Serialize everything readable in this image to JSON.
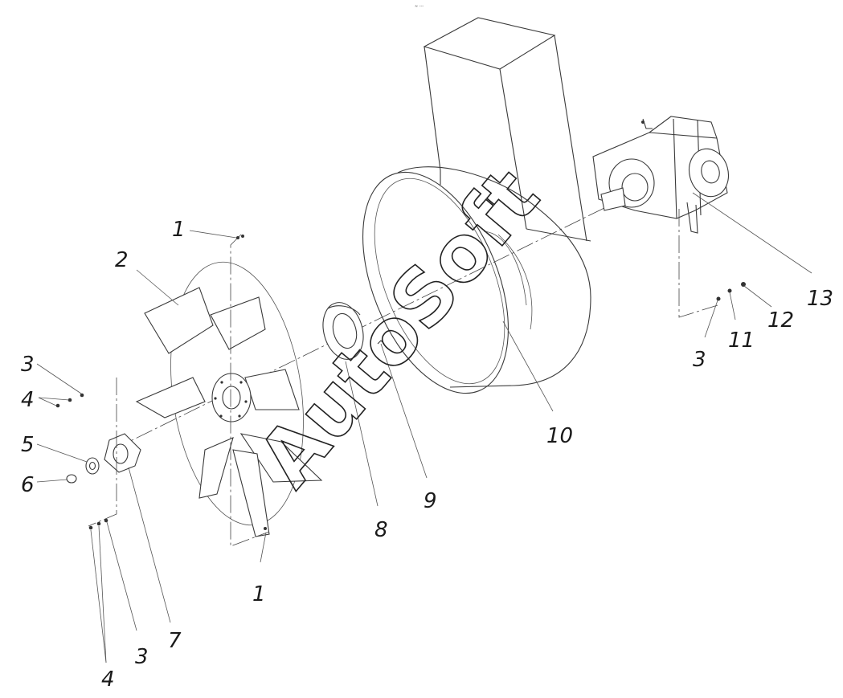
{
  "header_mark": "≈ ---",
  "watermark": "AutoSoft",
  "callouts": [
    {
      "id": "c1-top",
      "text": "1"
    },
    {
      "id": "c2",
      "text": "2"
    },
    {
      "id": "c3-left",
      "text": "3"
    },
    {
      "id": "c4-left",
      "text": "4"
    },
    {
      "id": "c5",
      "text": "5"
    },
    {
      "id": "c6",
      "text": "6"
    },
    {
      "id": "c7",
      "text": "7"
    },
    {
      "id": "c3-bottom",
      "text": "3"
    },
    {
      "id": "c4-bottom",
      "text": "4"
    },
    {
      "id": "c1-bottom",
      "text": "1"
    },
    {
      "id": "c8",
      "text": "8"
    },
    {
      "id": "c9",
      "text": "9"
    },
    {
      "id": "c10",
      "text": "10"
    },
    {
      "id": "c3-right",
      "text": "3"
    },
    {
      "id": "c11",
      "text": "11"
    },
    {
      "id": "c12",
      "text": "12"
    },
    {
      "id": "c13",
      "text": "13"
    }
  ]
}
